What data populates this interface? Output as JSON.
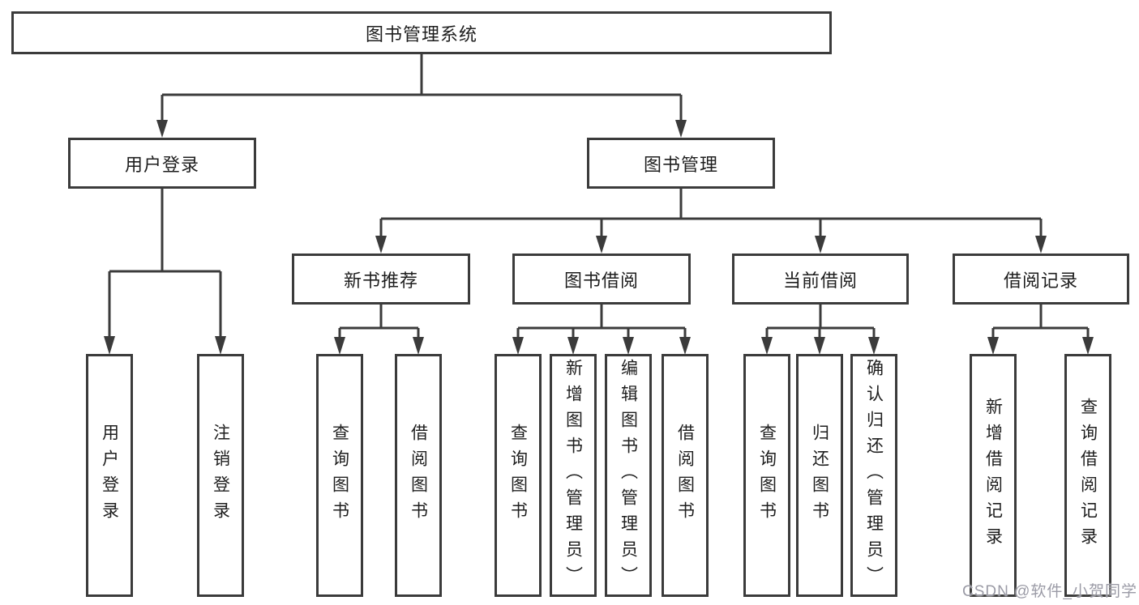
{
  "colors": {
    "background": "#ffffff",
    "line": "#3b3b3b",
    "box_border": "#3b3b3b",
    "text": "#1e1e1e",
    "watermark": "#9b9ba6"
  },
  "watermark": {
    "text": "CSDN @软件_小贺同学"
  },
  "tree": {
    "root": {
      "label": "图书管理系统",
      "children": [
        {
          "label": "用户登录",
          "children": [
            {
              "label": "用户登录"
            },
            {
              "label": "注销登录"
            }
          ]
        },
        {
          "label": "图书管理",
          "children": [
            {
              "label": "新书推荐",
              "children": [
                {
                  "label": "查询图书"
                },
                {
                  "label": "借阅图书"
                }
              ]
            },
            {
              "label": "图书借阅",
              "children": [
                {
                  "label": "查询图书"
                },
                {
                  "label": "新增图书（管理员）"
                },
                {
                  "label": "编辑图书（管理员）"
                },
                {
                  "label": "借阅图书"
                }
              ]
            },
            {
              "label": "当前借阅",
              "children": [
                {
                  "label": "查询图书"
                },
                {
                  "label": "归还图书"
                },
                {
                  "label": "确认归还（管理员）"
                }
              ]
            },
            {
              "label": "借阅记录",
              "children": [
                {
                  "label": "新增借阅记录"
                },
                {
                  "label": "查询借阅记录"
                }
              ]
            }
          ]
        }
      ]
    }
  }
}
